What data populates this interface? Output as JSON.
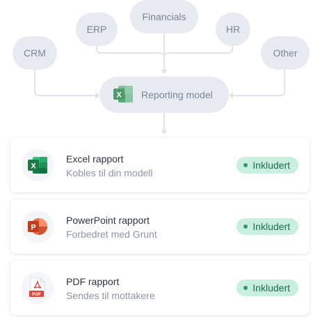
{
  "diagram": {
    "sources": {
      "financials": "Financials",
      "erp": "ERP",
      "hr": "HR",
      "crm": "CRM",
      "other": "Other"
    },
    "hub": {
      "label": "Reporting model",
      "icon": "excel-icon"
    }
  },
  "outputs": [
    {
      "title": "Excel rapport",
      "subtitle": "Kobles til din modell",
      "icon": "excel-icon",
      "badge": "Inkludert"
    },
    {
      "title": "PowerPoint rapport",
      "subtitle": "Forbedret med Grunt",
      "icon": "powerpoint-icon",
      "badge": "Inkludert"
    },
    {
      "title": "PDF rapport",
      "subtitle": "Sendes til mottakere",
      "icon": "pdf-icon",
      "badge": "Inkludert"
    }
  ],
  "colors": {
    "pill_bg": "#e7ebf1",
    "connector": "#dfe4ea",
    "badge_bg": "#c9efdf",
    "badge_text": "#1f6b4e",
    "excel_green": "#1d7a45",
    "powerpoint_orange": "#d35230",
    "pdf_red": "#e0483e"
  }
}
